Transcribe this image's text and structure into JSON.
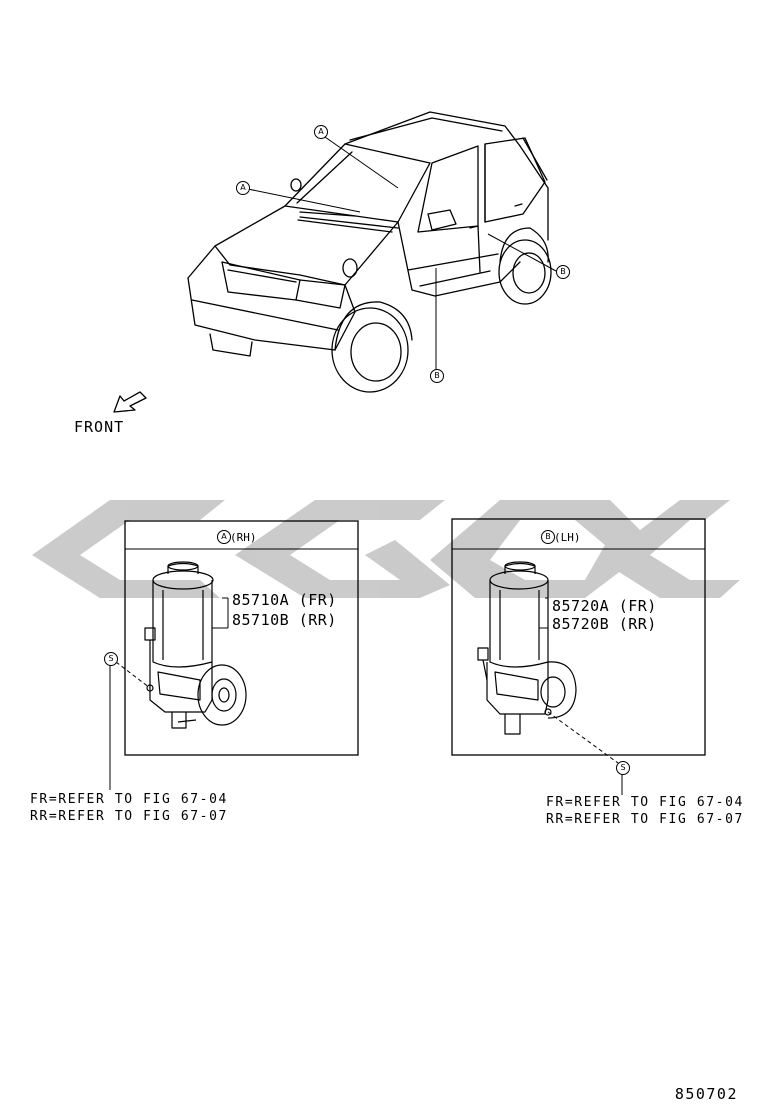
{
  "front_label": "FRONT",
  "callouts": {
    "a": "A",
    "b": "B",
    "s": "S"
  },
  "panel_rh": {
    "title": "(RH)",
    "part_fr": "85710A (FR)",
    "part_rr": "85710B (RR)",
    "ref_fr": "FR=REFER TO FIG 67-04",
    "ref_rr": "RR=REFER TO FIG 67-07"
  },
  "panel_lh": {
    "title": "(LH)",
    "part_fr": "85720A (FR)",
    "part_rr": "85720B (RR)",
    "ref_fr": "FR=REFER TO FIG 67-04",
    "ref_rr": "RR=REFER TO FIG 67-07"
  },
  "figure_number": "850702",
  "colors": {
    "line": "#000000",
    "watermark": "#c8c8c8",
    "background": "#ffffff"
  },
  "icons": {
    "front_direction": "arrow-icon"
  }
}
